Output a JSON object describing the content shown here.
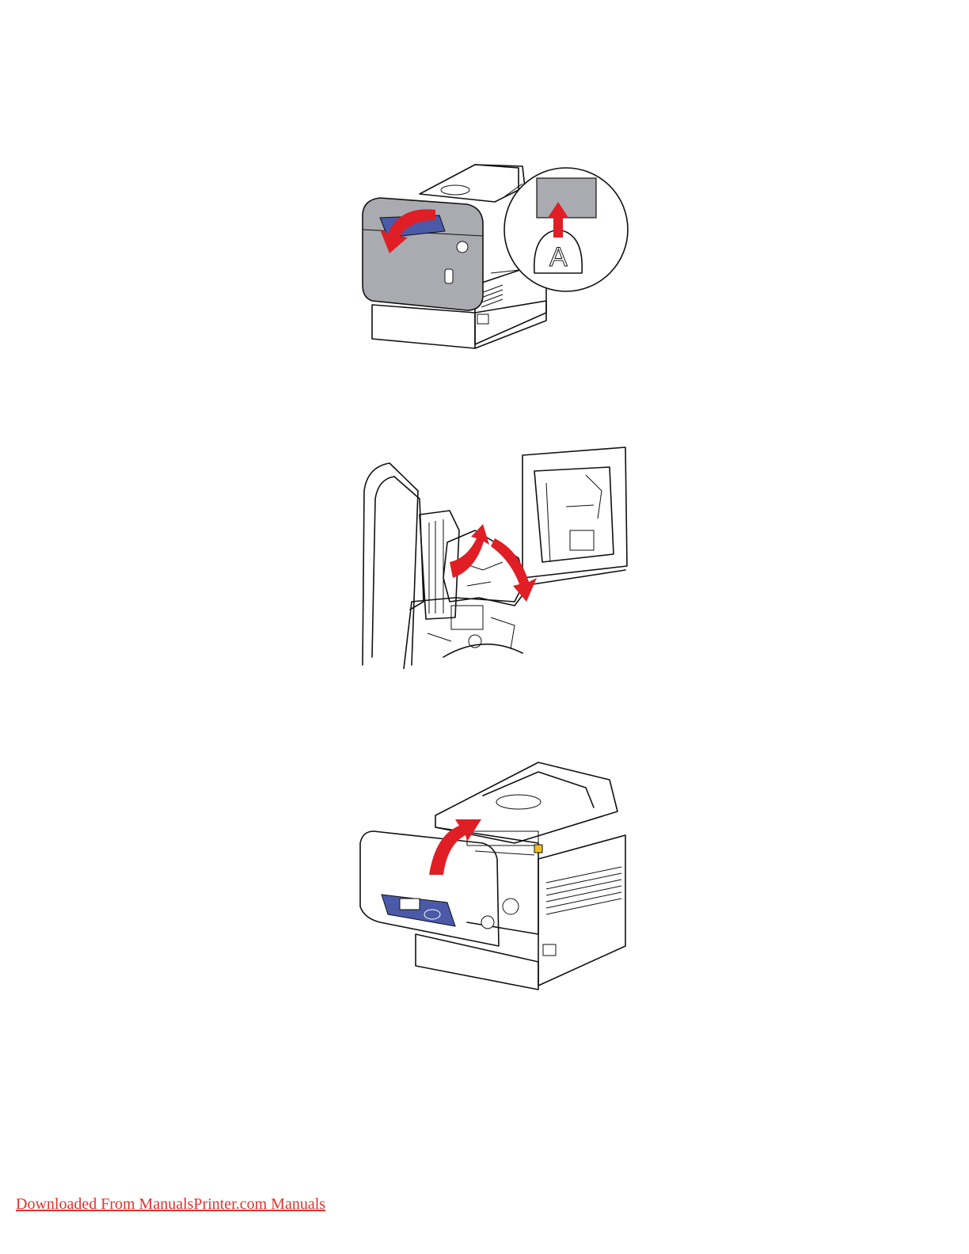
{
  "colors": {
    "arrow": "#e01e25",
    "panel": "#4a5aa8",
    "door_gray": "#a9abb0",
    "link": "#e0332e"
  },
  "figures": [
    {
      "icon": "printer-open-front-door-with-latch-A-inset"
    },
    {
      "icon": "printer-remove-jammed-paper"
    },
    {
      "icon": "printer-close-front-door"
    }
  ],
  "inset_label": "A",
  "footer": {
    "link_text": "Downloaded From ManualsPrinter.com Manuals"
  }
}
